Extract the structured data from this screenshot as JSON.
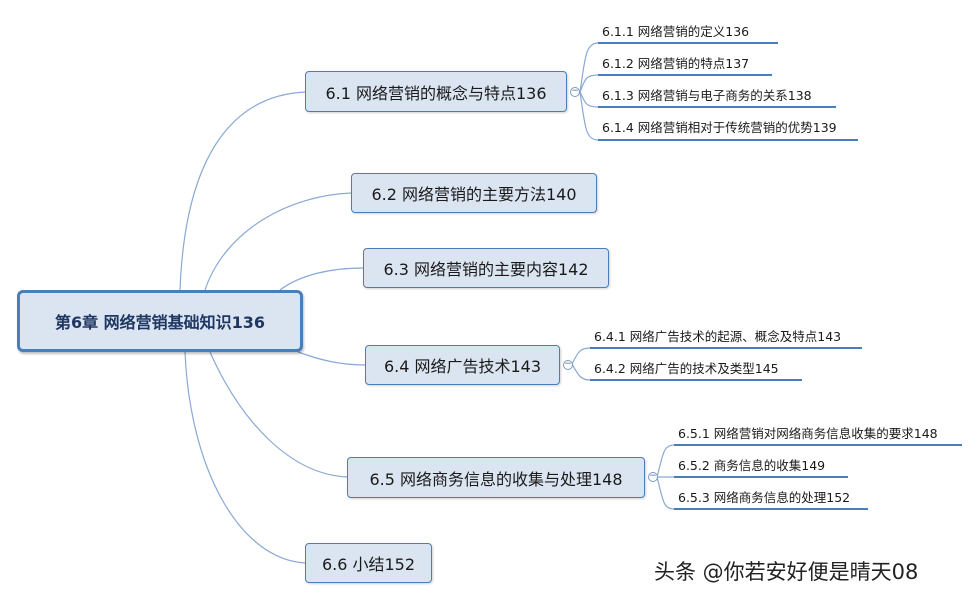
{
  "root": {
    "label": "第6章  网络营销基础知识136"
  },
  "branches": [
    {
      "label": "6.1  网络营销的概念与特点136"
    },
    {
      "label": "6.2  网络营销的主要方法140"
    },
    {
      "label": "6.3  网络营销的主要内容142"
    },
    {
      "label": "6.4  网络广告技术143"
    },
    {
      "label": "6.5  网络商务信息的收集与处理148"
    },
    {
      "label": "6.6  小结152"
    }
  ],
  "leaves": {
    "b1": [
      "6.1.1  网络营销的定义136",
      "6.1.2  网络营销的特点137",
      "6.1.3  网络营销与电子商务的关系138",
      "6.1.4  网络营销相对于传统营销的优势139"
    ],
    "b4": [
      "6.4.1  网络广告技术的起源、概念及特点143",
      "6.4.2  网络广告的技术及类型145"
    ],
    "b5": [
      "6.5.1  网络营销对网络商务信息收集的要求148",
      "6.5.2  商务信息的收集149",
      "6.5.3  网络商务信息的处理152"
    ]
  },
  "toggle_symbol": "−",
  "watermark": "头条 @你若安好便是晴天08",
  "colors": {
    "node_fill": "#dbe5f1",
    "node_border": "#4a7ebb",
    "line": "#6f95c6"
  }
}
